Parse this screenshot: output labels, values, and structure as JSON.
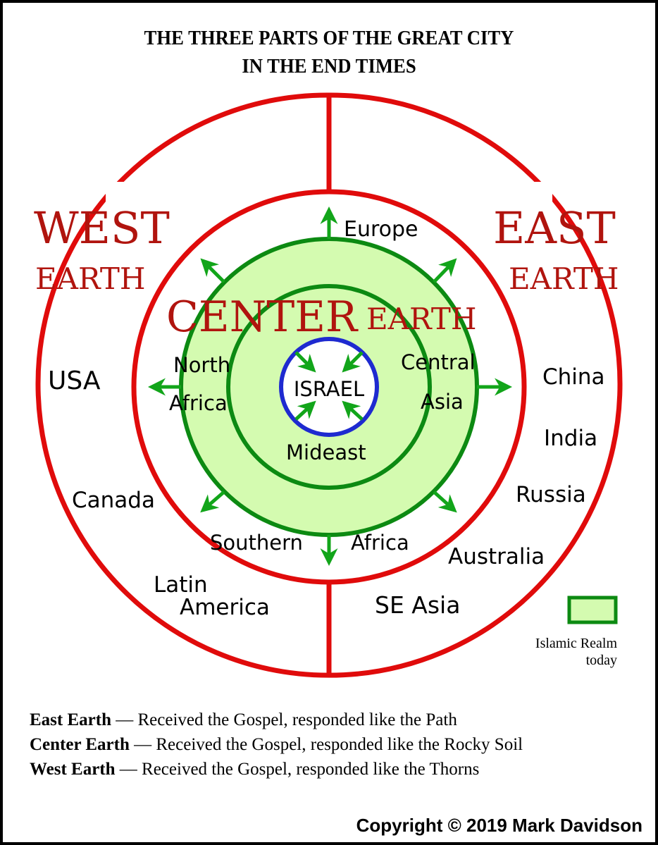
{
  "title": {
    "line1": "THE THREE PARTS OF THE GREAT CITY",
    "line2": "IN THE END TIMES"
  },
  "colors": {
    "red_ring": "#e00b0b",
    "red_text": "#b0140e",
    "green_ring": "#0c8a12",
    "green_fill": "#d4fbb0",
    "arrow_green": "#12a51a",
    "blue_ring": "#1e2ad0"
  },
  "regions": {
    "west": {
      "big": "WEST",
      "small": "EARTH"
    },
    "east": {
      "big": "EAST",
      "small": "EARTH"
    },
    "center": {
      "big": "CENTER",
      "small": "EARTH"
    },
    "israel": "ISRAEL"
  },
  "places": {
    "europe": "Europe",
    "north": "North",
    "north_africa_2": "Africa",
    "central": "Central",
    "central_asia_2": "Asia",
    "mideast": "Mideast",
    "southern": "Southern",
    "africa": "Africa",
    "usa": "USA",
    "canada": "Canada",
    "latin": "Latin",
    "america": "America",
    "china": "China",
    "india": "India",
    "russia": "Russia",
    "australia": "Australia",
    "se_asia": "SE Asia"
  },
  "legend": {
    "line1": "Islamic Realm",
    "line2": "today"
  },
  "notes": [
    {
      "bold": "East Earth",
      "text": " — Received the Gospel, responded like the Path"
    },
    {
      "bold": "Center Earth",
      "text": " — Received the Gospel, responded like the Rocky Soil"
    },
    {
      "bold": "West Earth",
      "text": " — Received the Gospel, responded like the Thorns"
    }
  ],
  "copyright": "Copyright © 2019 Mark Davidson"
}
